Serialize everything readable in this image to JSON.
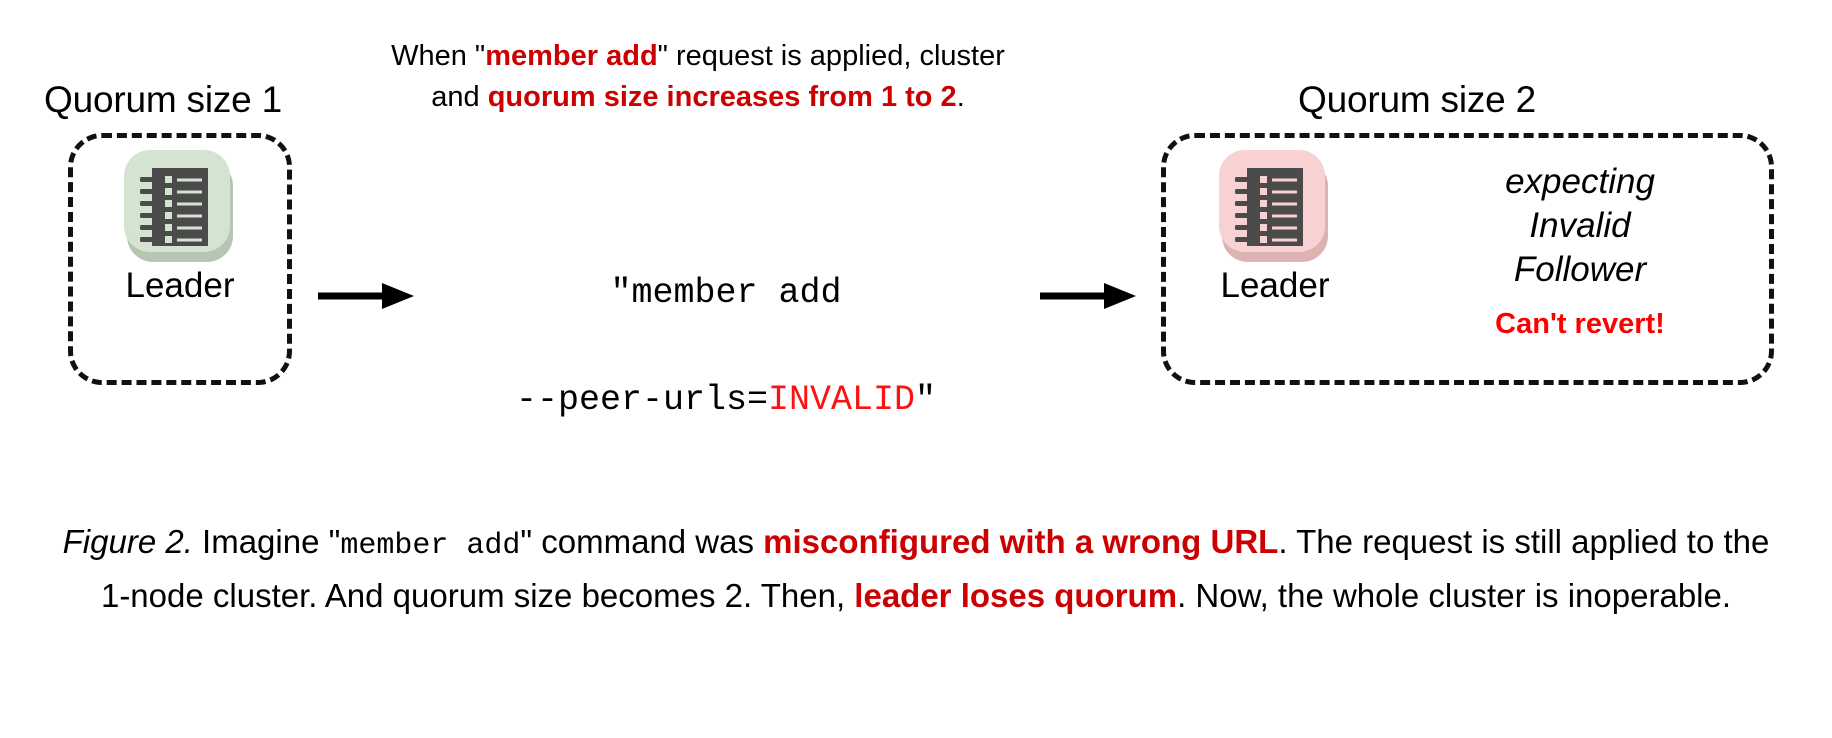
{
  "figure": {
    "left_group": {
      "quorum_label": "Quorum size 1",
      "node_label": "Leader",
      "icon": "ledger-notebook-icon",
      "tile_color": "#d5e3d1",
      "tile_shadow_color": "#b6c6b2",
      "glyph_color": "#4b4b4b"
    },
    "right_group": {
      "quorum_label": "Quorum size 2",
      "node_label": "Leader",
      "icon": "ledger-notebook-icon",
      "tile_color": "#f8d2d2",
      "tile_shadow_color": "#dcb2b2",
      "glyph_color": "#4b4b4b",
      "status_lines": [
        "expecting",
        "Invalid",
        "Follower"
      ],
      "warning": "Can't revert!",
      "warning_color": "#ff0000"
    },
    "top_note": {
      "part1": "When \"",
      "hl1": "member add",
      "part2": "\" request is applied, cluster and ",
      "hl2": "quorum size increases from 1 to 2",
      "part3": "."
    },
    "command": {
      "line1": "\"member add",
      "line2_prefix": "--peer-urls=",
      "line2_invalid": "INVALID",
      "line2_suffix": "\""
    },
    "arrows": {
      "arrow1": "right-arrow-icon",
      "arrow2": "right-arrow-icon"
    },
    "caption": {
      "fignum": "Figure 2.",
      "t1": " Imagine \"",
      "mono1": "member add",
      "t2": "\" command was ",
      "hl1": "misconfigured with a wrong URL",
      "t3": ". The request is still applied to the 1-node cluster. And quorum size becomes 2. Then, ",
      "hl2": "leader loses quorum",
      "t4": ". Now, the whole cluster is inoperable."
    },
    "accent_red": "#cc0000",
    "bright_red": "#ff0000",
    "background": "#ffffff"
  }
}
